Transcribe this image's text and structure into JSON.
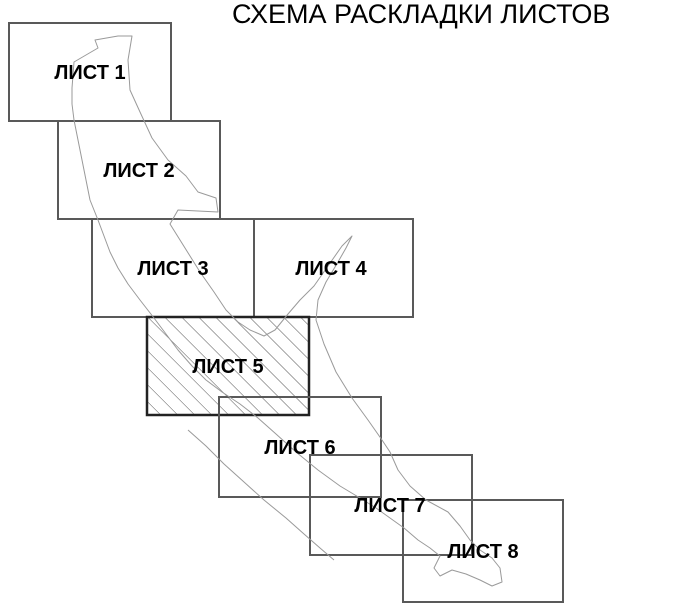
{
  "title": "СХЕМА РАСКЛАДКИ ЛИСТОВ",
  "colors": {
    "sheet_border": "#595959",
    "outline": "#9a9a9a",
    "hatch": "#555555",
    "text": "#000000"
  },
  "sheets": [
    {
      "id": 1,
      "label": "ЛИСТ 1"
    },
    {
      "id": 2,
      "label": "ЛИСТ 2"
    },
    {
      "id": 3,
      "label": "ЛИСТ 3"
    },
    {
      "id": 4,
      "label": "ЛИСТ 4"
    },
    {
      "id": 5,
      "label": "ЛИСТ 5",
      "highlighted": true,
      "fill": "diagonal-hatch"
    },
    {
      "id": 6,
      "label": "ЛИСТ 6"
    },
    {
      "id": 7,
      "label": "ЛИСТ 7"
    },
    {
      "id": 8,
      "label": "ЛИСТ 8"
    }
  ]
}
